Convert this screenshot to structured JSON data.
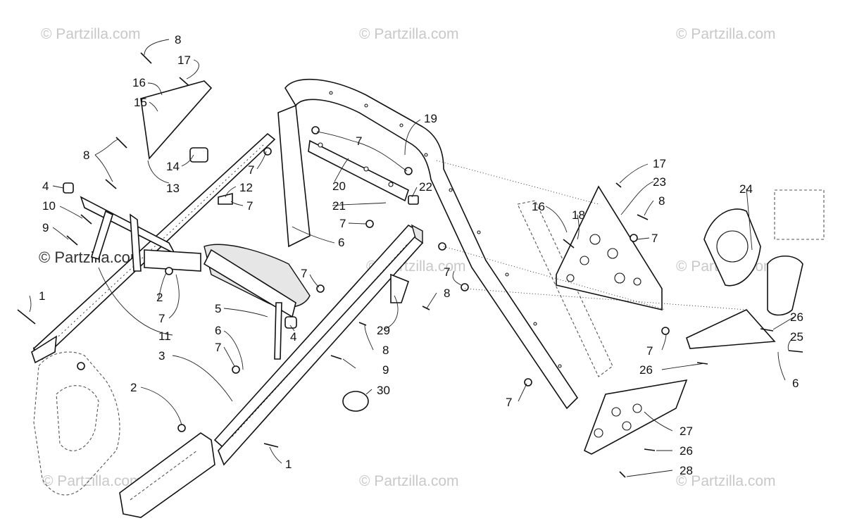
{
  "watermark": {
    "text": "© Partzilla.com",
    "dark_text": "© Partzilla.com"
  },
  "callouts": [
    {
      "id": "c8a",
      "label": "8"
    },
    {
      "id": "c17a",
      "label": "17"
    },
    {
      "id": "c16a",
      "label": "16"
    },
    {
      "id": "c15",
      "label": "15"
    },
    {
      "id": "c8b",
      "label": "8"
    },
    {
      "id": "c14",
      "label": "14"
    },
    {
      "id": "c13",
      "label": "13"
    },
    {
      "id": "c7a",
      "label": "7"
    },
    {
      "id": "c4a",
      "label": "4"
    },
    {
      "id": "c12",
      "label": "12"
    },
    {
      "id": "c7b",
      "label": "7"
    },
    {
      "id": "c10",
      "label": "10"
    },
    {
      "id": "c9a",
      "label": "9"
    },
    {
      "id": "c2a",
      "label": "2"
    },
    {
      "id": "c7c",
      "label": "7"
    },
    {
      "id": "c11",
      "label": "11"
    },
    {
      "id": "c1a",
      "label": "1"
    },
    {
      "id": "c3",
      "label": "3"
    },
    {
      "id": "c2b",
      "label": "2"
    },
    {
      "id": "c19",
      "label": "19"
    },
    {
      "id": "c7d",
      "label": "7"
    },
    {
      "id": "c20",
      "label": "20"
    },
    {
      "id": "c22",
      "label": "22"
    },
    {
      "id": "c21",
      "label": "21"
    },
    {
      "id": "c7e",
      "label": "7"
    },
    {
      "id": "c6a",
      "label": "6"
    },
    {
      "id": "c7f",
      "label": "7"
    },
    {
      "id": "c5",
      "label": "5"
    },
    {
      "id": "c4b",
      "label": "4"
    },
    {
      "id": "c6b",
      "label": "6"
    },
    {
      "id": "c7g",
      "label": "7"
    },
    {
      "id": "c8c",
      "label": "8"
    },
    {
      "id": "c9b",
      "label": "9"
    },
    {
      "id": "c29",
      "label": "29"
    },
    {
      "id": "c8d",
      "label": "8"
    },
    {
      "id": "c7h",
      "label": "7"
    },
    {
      "id": "c30",
      "label": "30"
    },
    {
      "id": "c1b",
      "label": "1"
    },
    {
      "id": "c17b",
      "label": "17"
    },
    {
      "id": "c23",
      "label": "23"
    },
    {
      "id": "c8e",
      "label": "8"
    },
    {
      "id": "c16b",
      "label": "16"
    },
    {
      "id": "c18",
      "label": "18"
    },
    {
      "id": "c7i",
      "label": "7"
    },
    {
      "id": "c24",
      "label": "24"
    },
    {
      "id": "c26a",
      "label": "26"
    },
    {
      "id": "c25",
      "label": "25"
    },
    {
      "id": "c7j",
      "label": "7"
    },
    {
      "id": "c26b",
      "label": "26"
    },
    {
      "id": "c6c",
      "label": "6"
    },
    {
      "id": "c7k",
      "label": "7"
    },
    {
      "id": "c27",
      "label": "27"
    },
    {
      "id": "c26c",
      "label": "26"
    },
    {
      "id": "c28",
      "label": "28"
    }
  ]
}
